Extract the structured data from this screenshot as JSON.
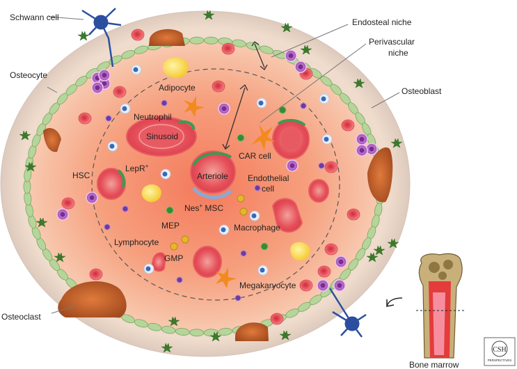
{
  "labels": {
    "schwann_cell": "Schwann cell",
    "osteocyte": "Osteocyte",
    "osteoclast": "Osteoclast",
    "osteoblast": "Osteoblast",
    "endosteal_niche": "Endosteal niche",
    "perivascular_niche_1": "Perivascular",
    "perivascular_niche_2": "niche",
    "adipocyte": "Adipocyte",
    "neutrophil": "Neutrophil",
    "sinusoid": "Sinusoid",
    "car_cell": "CAR cell",
    "hsc": "HSC",
    "lepr": "LepR",
    "lepr_sup": "+",
    "arteriole": "Arteriole",
    "endothelial_1": "Endothelial",
    "endothelial_2": "cell",
    "nes_msc_a": "Nes",
    "nes_msc_sup": "+",
    "nes_msc_b": " MSC",
    "mep": "MEP",
    "macrophage": "Macrophage",
    "lymphocyte": "Lymphocyte",
    "gmp": "GMP",
    "megakaryocyte": "Megakaryocyte",
    "bone_marrow": "Bone marrow"
  },
  "logo": {
    "line1": "CSH",
    "line2": "PERSPECTIVES"
  },
  "colors": {
    "bone_outer": "#ead3c4",
    "bone_shade": "#c9b2a6",
    "marrow_center": "#f4886a",
    "marrow_edge": "#f9d6c0",
    "osteoblast": "#b6d59a",
    "sinusoid": "#e9575f",
    "hsc": "#9b3fb0",
    "schwann": "#2b4f9e"
  }
}
